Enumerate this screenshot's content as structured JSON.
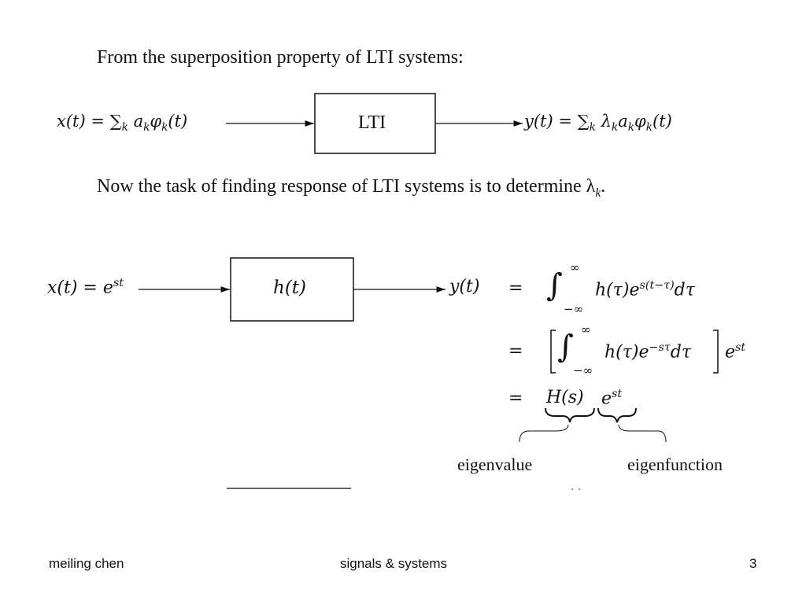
{
  "slide": {
    "intro_text": "From the superposition property of LTI systems:",
    "block1": {
      "input_lhs": "x(t) = ",
      "input_sum": "∑",
      "input_sub": "k",
      "input_rhs": " a",
      "input_rhs2": "k",
      "input_rhs3": "φ",
      "input_rhs4": "k",
      "input_rhs5": "(t)",
      "box_label": "LTI",
      "output_lhs": "y(t) = ",
      "output_sum": "∑",
      "output_sub": "k",
      "output_lam": " λ",
      "output_lam_sub": "k",
      "output_a": "a",
      "output_a_sub": "k",
      "output_phi": "φ",
      "output_phi_sub": "k",
      "output_end": "(t)"
    },
    "task_text_main": "Now the task of finding response of LTI systems is to determine λ",
    "task_text_sub": "k",
    "task_text_end": ".",
    "block2": {
      "input": "x(t) = e",
      "input_sup": "st",
      "box_label": "h(t)",
      "output": "y(t)"
    },
    "equations": {
      "eq_sign": "=",
      "line1_integrand": "h(τ)e",
      "line1_sup": "s(t−τ)",
      "line1_end": "dτ",
      "upper_limit": "∞",
      "lower_limit": "−∞",
      "line2_integrand": "h(τ)e",
      "line2_sup": "−sτ",
      "line2_end": "dτ",
      "line2_tail": "e",
      "line2_tail_sup": "st",
      "line3_H": "H(s)",
      "line3_e": "e",
      "line3_e_sup": "st",
      "eigenvalue_label": "eigenvalue",
      "eigenfunction_label": "eigenfunction"
    }
  },
  "footer": {
    "author": "meiling chen",
    "title": "signals & systems",
    "page_number": "3"
  }
}
